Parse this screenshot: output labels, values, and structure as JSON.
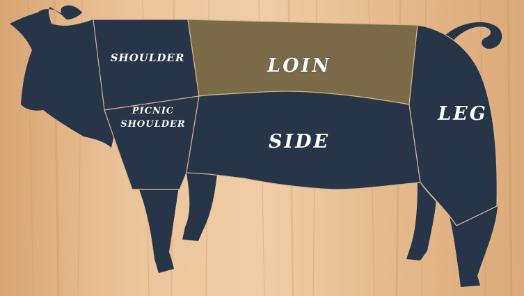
{
  "colors": {
    "background_wood": "#e2b68a",
    "pig_body": "#273549",
    "highlighted_cut": "#7a6a47",
    "cut_lines": "#d9b48a",
    "label_text": "#ffffff"
  },
  "cuts": {
    "shoulder": {
      "label": "SHOULDER",
      "highlighted": false
    },
    "loin": {
      "label": "LOIN",
      "highlighted": true
    },
    "picnic_shoulder": {
      "line1": "PICNIC",
      "line2": "SHOULDER",
      "highlighted": false
    },
    "side": {
      "label": "SIDE",
      "highlighted": false
    },
    "leg": {
      "label": "LEG",
      "highlighted": false
    }
  }
}
